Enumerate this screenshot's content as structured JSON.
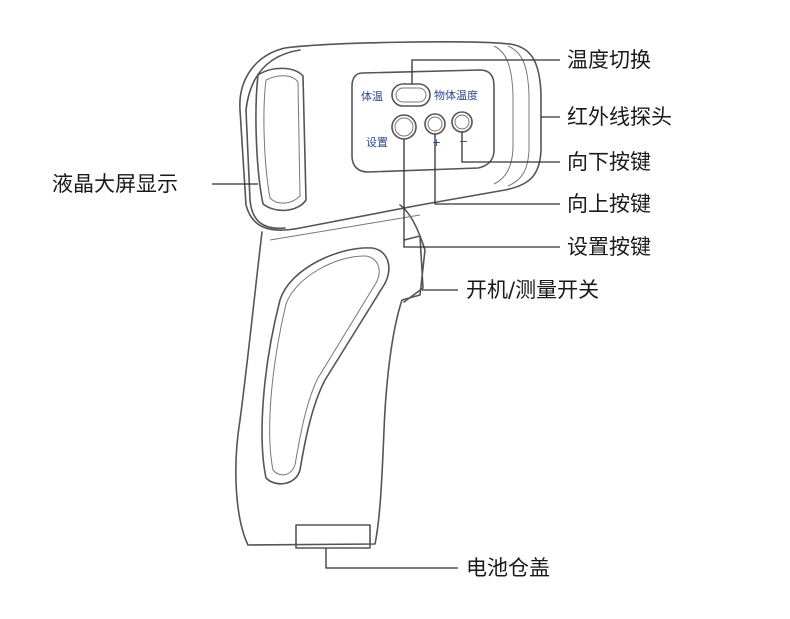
{
  "panel": {
    "body_temp": "体温",
    "object_temp": "物体温度",
    "setting": "设置",
    "up_mark": "+",
    "down_mark": "−"
  },
  "callouts": {
    "temp_switch": "温度切换",
    "ir_probe": "红外线探头",
    "down_key": "向下按键",
    "up_key": "向上按键",
    "set_key": "设置按键",
    "power_switch": "开机/测量开关",
    "lcd": "液晶大屏显示",
    "battery": "电池仓盖"
  }
}
